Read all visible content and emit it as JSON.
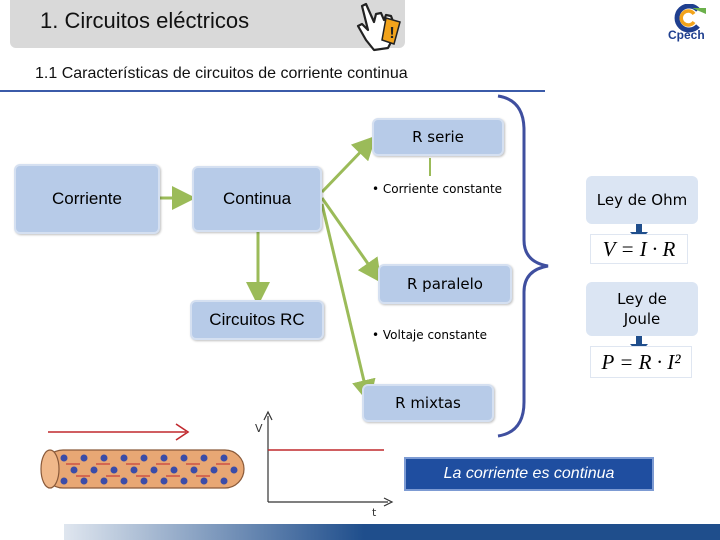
{
  "header": {
    "title": "1. Circuitos eléctricos",
    "logo_text": "Cpech"
  },
  "subtitle": "1.1 Características de circuitos de corriente continua",
  "diagram": {
    "corriente": "Corriente",
    "continua": "Continua",
    "circuitos_rc": "Circuitos RC",
    "r_serie": "R serie",
    "r_serie_bullet": "Corriente constante",
    "r_paralelo": "R paralelo",
    "r_paralelo_bullet": "Voltaje constante",
    "r_mixtas": "R mixtas"
  },
  "laws": {
    "ohm_label": "Ley de Ohm",
    "ohm_formula": "V = I · R",
    "joule_label": "Ley de Joule",
    "joule_formula": "P = R · I²"
  },
  "graph": {
    "y_label": "V",
    "x_label": "t"
  },
  "banner": "La corriente es continua",
  "colors": {
    "box_fill": "#b7cbe8",
    "connector": "#9bbb59",
    "brace": "#3f4f9f",
    "banner": "#1f4ea0",
    "down_arrow": "#1f4e8c"
  }
}
